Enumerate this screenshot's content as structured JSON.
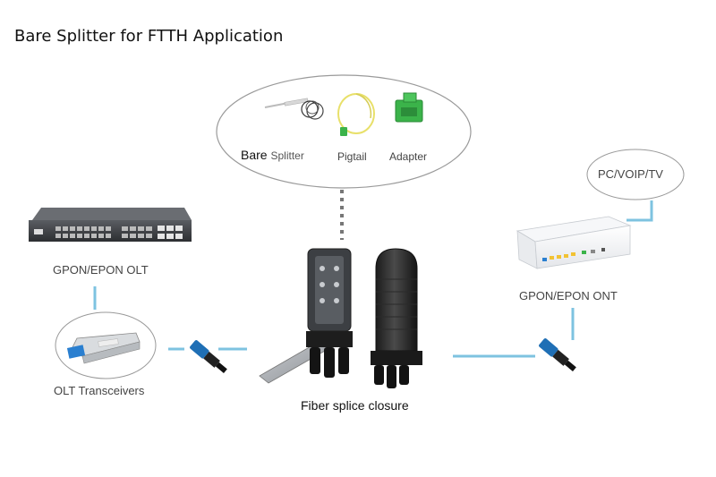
{
  "title": "Bare Splitter for FTTH Application",
  "components": {
    "bare_prefix": "Bare",
    "bare_suffix": "Splitter",
    "pigtail": "Pigtail",
    "adapter": "Adapter"
  },
  "devices": {
    "olt": "GPON/EPON OLT",
    "transceivers": "OLT Transceivers",
    "closure": "Fiber splice closure",
    "ont": "GPON/EPON ONT",
    "terminal": "PC/VOIP/TV"
  },
  "colors": {
    "link": "#7ec3e0",
    "connector_blue": "#1f6fb5",
    "adapter_green": "#3bb34a",
    "pigtail_yellow": "#e8e06a"
  }
}
